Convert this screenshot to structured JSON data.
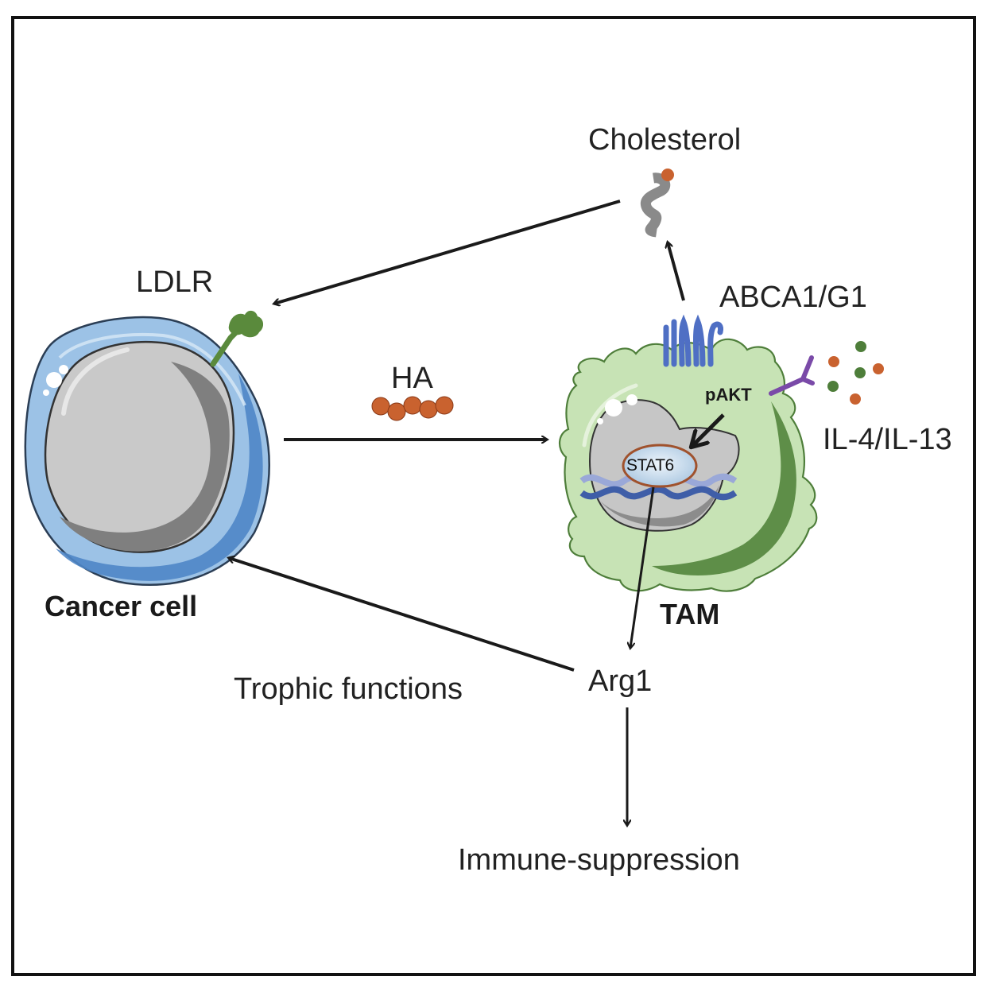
{
  "figure": {
    "type": "graphical-abstract",
    "labels": {
      "cholesterol": "Cholesterol",
      "ldlr": "LDLR",
      "abca1_g1": "ABCA1/G1",
      "ha": "HA",
      "il4_il13": "IL-4/IL-13",
      "pakt": "pAKT",
      "stat6": "STAT6",
      "cancer_cell": "Cancer cell",
      "tam": "TAM",
      "arg1": "Arg1",
      "trophic_functions": "Trophic functions",
      "immune_suppression": "Immune-suppression"
    },
    "nodes": [
      {
        "id": "cancer-cell",
        "label": "Cancer cell",
        "kind": "cell"
      },
      {
        "id": "tam",
        "label": "TAM",
        "kind": "cell"
      },
      {
        "id": "cholesterol",
        "label": "Cholesterol",
        "kind": "molecule"
      },
      {
        "id": "ha",
        "label": "HA",
        "kind": "molecule"
      },
      {
        "id": "il4-il13",
        "label": "IL-4/IL-13",
        "kind": "cytokines"
      },
      {
        "id": "ldlr",
        "label": "LDLR",
        "kind": "receptor"
      },
      {
        "id": "abca1-g1",
        "label": "ABCA1/G1",
        "kind": "transporter"
      },
      {
        "id": "pakt",
        "label": "pAKT",
        "kind": "signal"
      },
      {
        "id": "stat6",
        "label": "STAT6",
        "kind": "transcription-factor"
      },
      {
        "id": "arg1",
        "label": "Arg1",
        "kind": "gene-product"
      },
      {
        "id": "immune-suppression",
        "label": "Immune-suppression",
        "kind": "outcome"
      }
    ],
    "edges": [
      {
        "from": "cancer-cell",
        "to": "tam",
        "via": "HA"
      },
      {
        "from": "abca1-g1",
        "to": "cholesterol"
      },
      {
        "from": "cholesterol",
        "to": "ldlr"
      },
      {
        "from": "pakt",
        "to": "stat6"
      },
      {
        "from": "stat6",
        "to": "arg1"
      },
      {
        "from": "arg1",
        "to": "cancer-cell",
        "label": "Trophic functions"
      },
      {
        "from": "arg1",
        "to": "immune-suppression"
      }
    ],
    "colors": {
      "cancer_membrane": "#8fb8e0",
      "cancer_membrane_dark": "#4f86c6",
      "nucleus_light": "#c9c9c9",
      "nucleus_dark": "#8a8a8a",
      "ldlr_green": "#5a8a3c",
      "tam_body": "#c7e3b5",
      "tam_dark_green": "#5e8e48",
      "abca_blue": "#4f6fc4",
      "receptor_purple": "#7a4aa8",
      "ha_orange": "#c9622f",
      "cytokine_green": "#4e7e3a",
      "cholesterol_gray": "#8a8a8a",
      "stat6_fill": "#c8dced",
      "stat6_ring": "#a0522d",
      "dna_blue": "#3f5ea8",
      "dna_light": "#9aa8d8",
      "arrow": "#1a1a1a"
    }
  }
}
